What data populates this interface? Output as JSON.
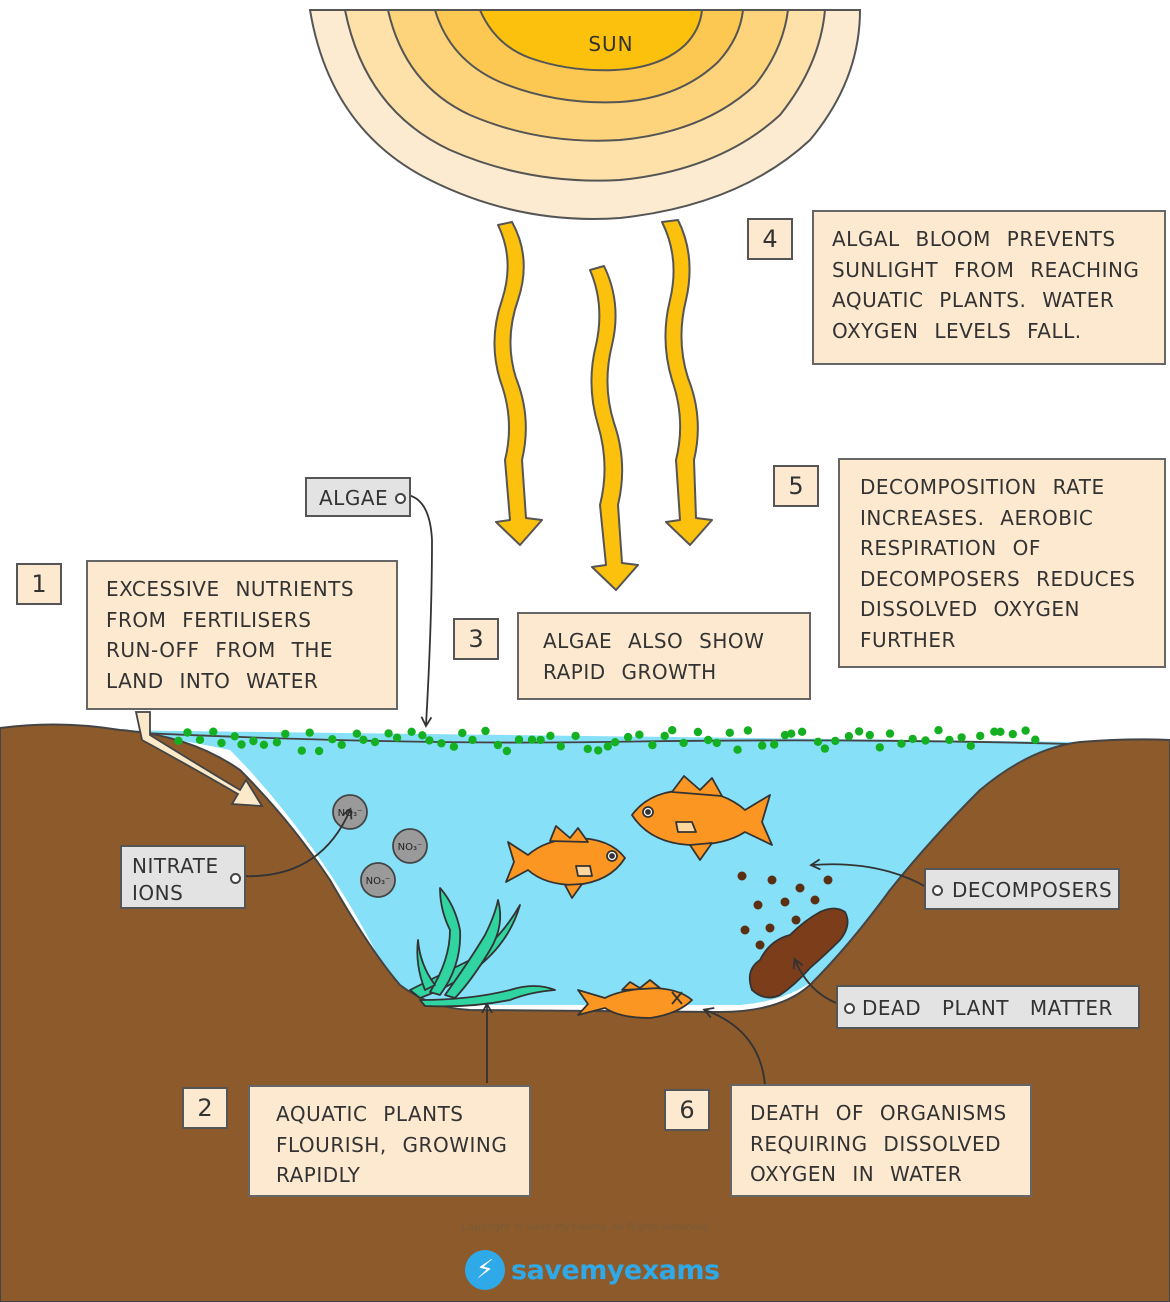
{
  "sun_label": "SUN",
  "steps": [
    {
      "number": "1",
      "text": "EXCESSIVE NUTRIENTS FROM FERTILISERS RUN-OFF FROM THE LAND INTO WATER"
    },
    {
      "number": "2",
      "text": "AQUATIC PLANTS FLOURISH, GROWING RAPIDLY"
    },
    {
      "number": "3",
      "text": "ALGAE ALSO SHOW RAPID GROWTH"
    },
    {
      "number": "4",
      "text": "ALGAL BLOOM PREVENTS SUNLIGHT FROM REACHING AQUATIC PLANTS. WATER OXYGEN LEVELS FALL."
    },
    {
      "number": "5",
      "text": "DECOMPOSITION RATE INCREASES. AEROBIC RESPIRATION OF DECOMPOSERS REDUCES DISSOLVED OXYGEN FURTHER"
    },
    {
      "number": "6",
      "text": "DEATH OF ORGANISMS REQUIRING DISSOLVED OXYGEN IN WATER"
    }
  ],
  "tags": {
    "algae": "ALGAE",
    "nitrate_line1": "NITRATE",
    "nitrate_line2": "IONS",
    "decomposers": "DECOMPOSERS",
    "dead_plant_matter": "DEAD PLANT MATTER"
  },
  "ion_label": "NO₃⁻",
  "copyright": "Copyright © Save My Exams. All Rights Reserved",
  "logo_text": "savemyexams",
  "colors": {
    "ground": "#8c5a2b",
    "water": "#86e0f8",
    "algae": "#15b021",
    "box_fill": "#fde9cf",
    "tag_fill": "#e3e3e3",
    "sun_core": "#fcc10c",
    "fish": "#fb9622",
    "plant": "#2fd4a0",
    "logo": "#2fa9e8"
  }
}
